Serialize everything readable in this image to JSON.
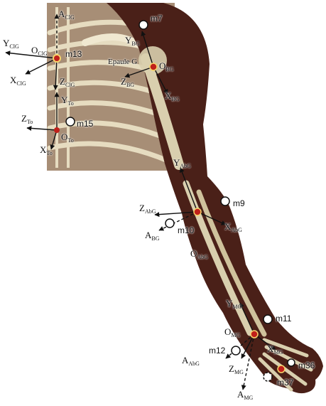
{
  "frames": {
    "clavicle": {
      "origin": "O",
      "origin_sub": "ClG",
      "axes": {
        "A": "ClG",
        "Y": "ClG",
        "X": "ClG",
        "Z": "ClG"
      }
    },
    "thorax": {
      "origin": "O",
      "origin_sub": "To",
      "axes": {
        "Y": "To",
        "Z": "To",
        "X": "To"
      }
    },
    "arm": {
      "origin": "O",
      "origin_sub": "BG",
      "axes": {
        "Y": "BG",
        "Z": "BG",
        "X": "BG"
      }
    },
    "forearm": {
      "origin": "O",
      "origin_sub": "AbG",
      "axes": {
        "Y": "AbG",
        "Z": "AbG",
        "X": "AbG",
        "A": "BG"
      }
    },
    "hand": {
      "origin": "O",
      "origin_sub": "MG",
      "axes": {
        "Y": "MG",
        "X": "MG",
        "Z": "MG",
        "A": "MG",
        "A2": "AbG"
      }
    }
  },
  "landmark_text": {
    "epaule": "Epaule G"
  },
  "markers": [
    "m7",
    "m13",
    "m15",
    "m9",
    "m10",
    "m11",
    "m12",
    "m36",
    "m37"
  ],
  "colors": {
    "skin": "#4a2018",
    "bone": "#d9cfae",
    "joint": "#c0201a",
    "axis": "#111111"
  }
}
